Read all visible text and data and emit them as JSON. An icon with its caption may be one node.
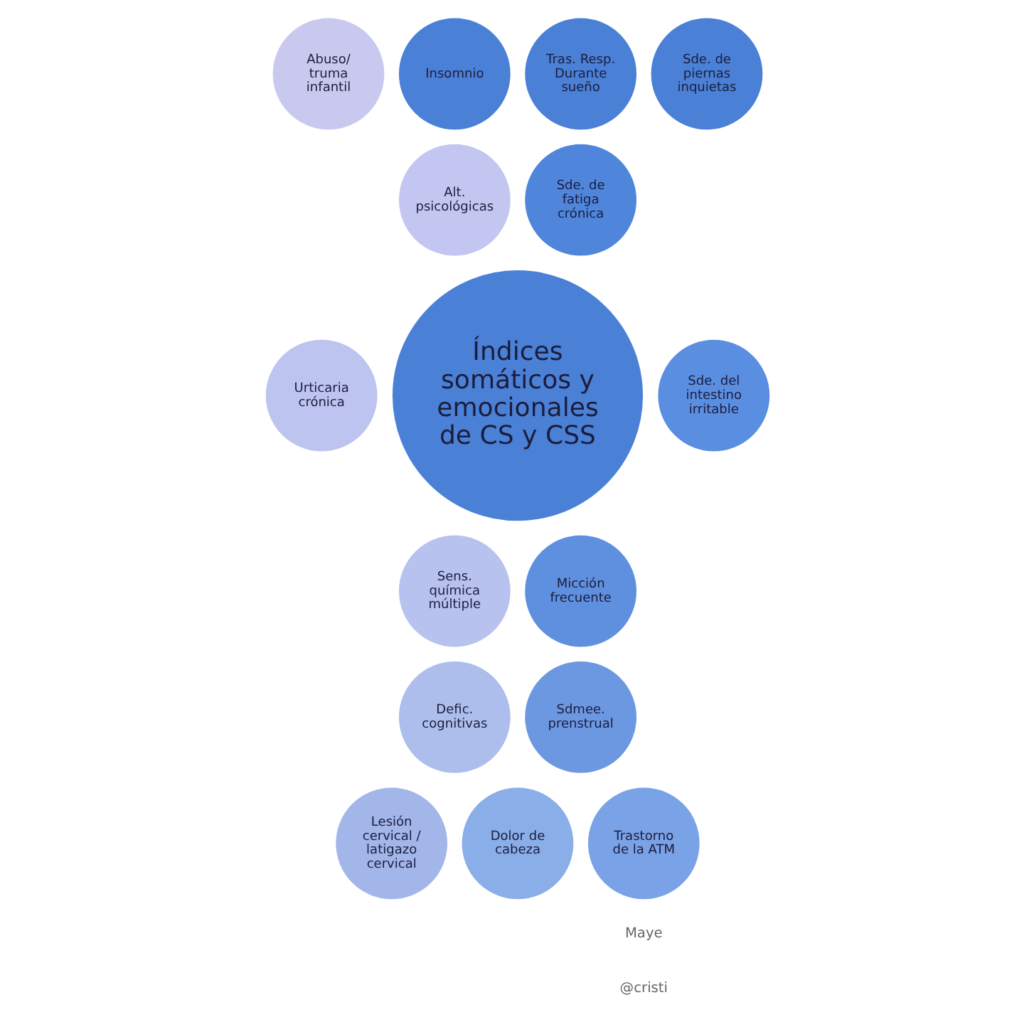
{
  "diagram": {
    "nodes": [
      {
        "text": [
          "Índices somáticos y emocionales de CS y CSS"
        ]
      },
      {
        "text": [
          "Abuso/ truma infantil"
        ]
      },
      {
        "text": [
          "Insomnio"
        ]
      },
      {
        "text": [
          "Tras. Resp. Durante sueño"
        ]
      },
      {
        "text": [
          "Sde. de piernas inquietas"
        ]
      },
      {
        "text": [
          "Sde. de fatiga crónica"
        ]
      },
      {
        "text": [
          "Sde. del intestino irritable"
        ]
      },
      {
        "text": [
          "Micción frecuente"
        ]
      },
      {
        "text": [
          "Sdmee. prenstrual"
        ]
      },
      {
        "text": [
          "Trastorno de la ATM"
        ]
      },
      {
        "text": [
          "Dolor de cabeza"
        ]
      },
      {
        "text": [
          "Lesión cervical / latigazo cervical"
        ]
      },
      {
        "text": [
          "Defic. cognitivas"
        ]
      },
      {
        "text": [
          "Sens. química múltiple"
        ]
      },
      {
        "text": [
          "Urticaria crónica"
        ]
      },
      {
        "text": [
          "Alt. psicológicas"
        ]
      }
    ],
    "edges": [],
    "labels": [
      "Maye",
      "@cristi"
    ]
  }
}
